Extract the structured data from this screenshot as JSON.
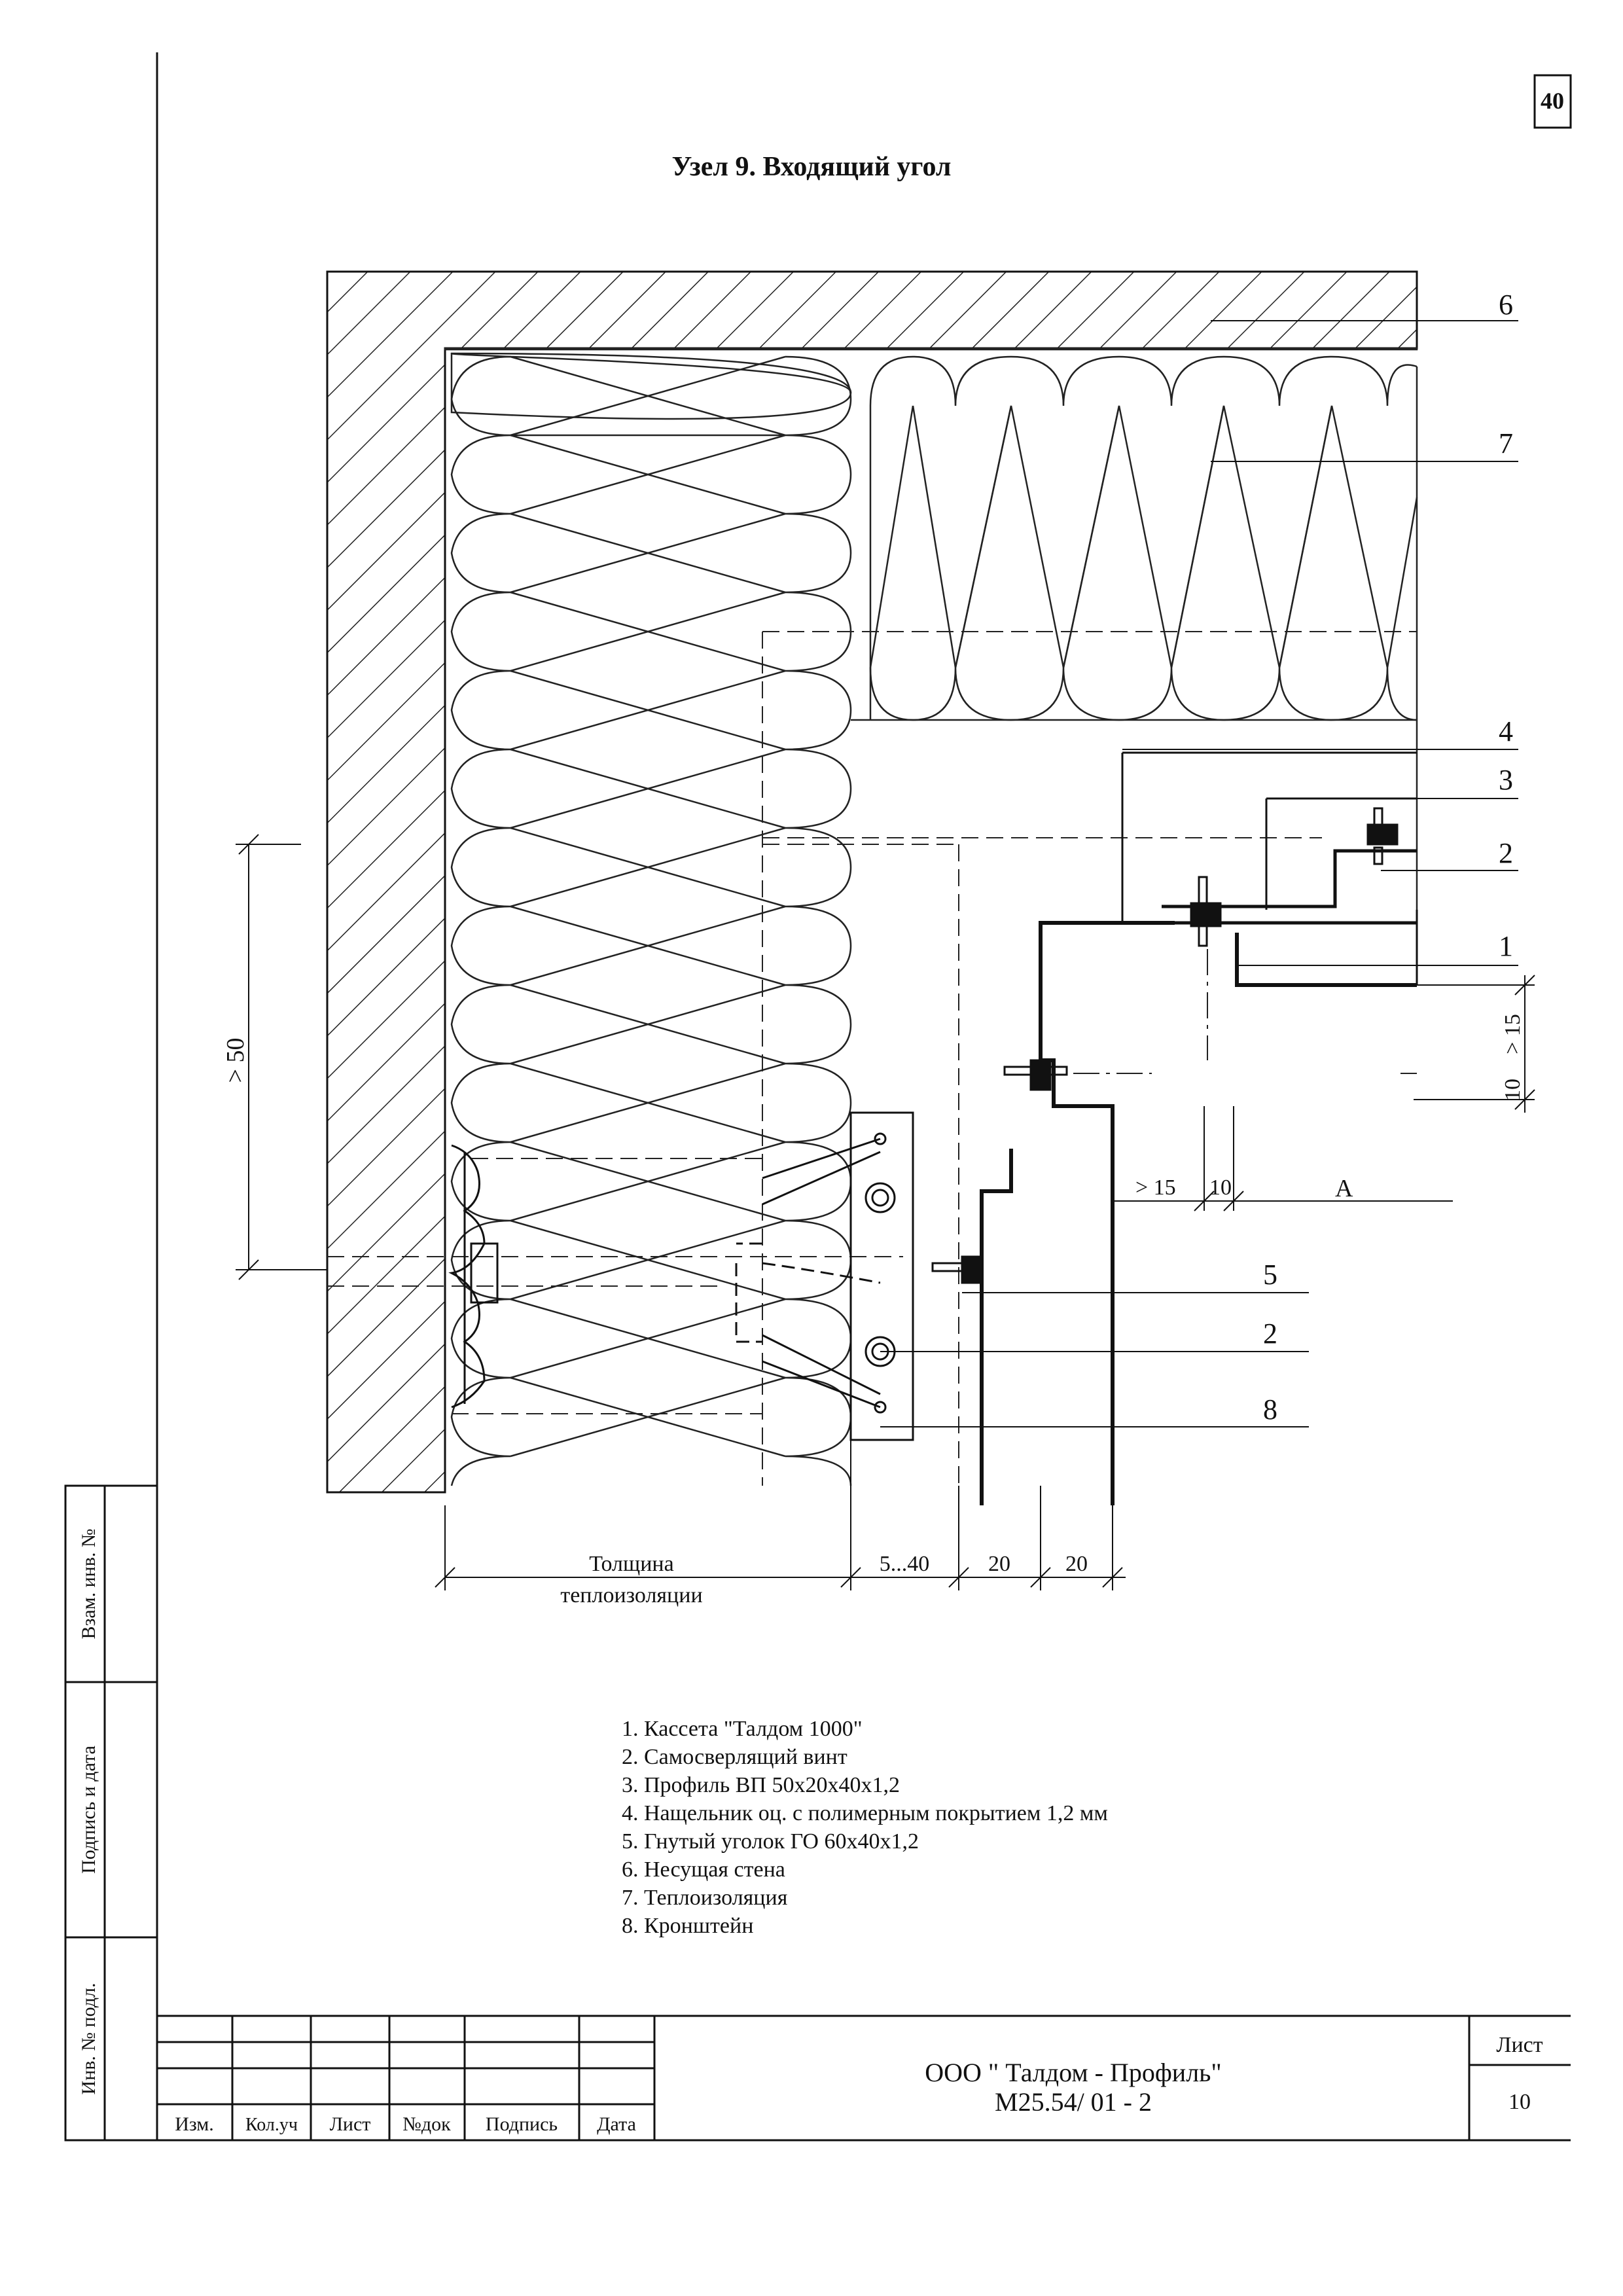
{
  "title": "Узел 9. Входящий угол",
  "page_tab": "40",
  "callouts": [
    "6",
    "7",
    "4",
    "3",
    "2",
    "1",
    "5",
    "2",
    "8"
  ],
  "dims": {
    "gt50_left": "> 50",
    "gt15_right": "> 15",
    "ten_right": "10",
    "gt15_mid": "> 15",
    "ten_mid": "10",
    "label_a": "A",
    "insulation_line1": "Толщина",
    "insulation_line2": "теплоизоляции",
    "d_5_40": "5...40",
    "d_20a": "20",
    "d_20b": "20"
  },
  "legend": [
    "1. Кассета \"Талдом 1000\"",
    "2. Самосверлящий винт",
    "3.  Профиль ВП 50х20х40х1,2",
    "4. Нащельник  оц. с полимерным покрытием 1,2 мм",
    "5. Гнутый уголок ГО 60х40х1,2",
    "6.  Несущая стена",
    "7. Теплоизоляция",
    "8. Кронштейн"
  ],
  "side_stamp": [
    "Взам. инв. №",
    "Подпись и дата",
    "Инв. № подл."
  ],
  "title_block": {
    "col_headers": [
      "Изм.",
      "Кол.уч",
      "Лист",
      "№док",
      "Подпись",
      "Дата"
    ],
    "company": "ООО \" Талдом - Профиль\"",
    "doc_code": "М25.54/ 01 - 2",
    "sheet_label": "Лист",
    "sheet_number": "10"
  }
}
